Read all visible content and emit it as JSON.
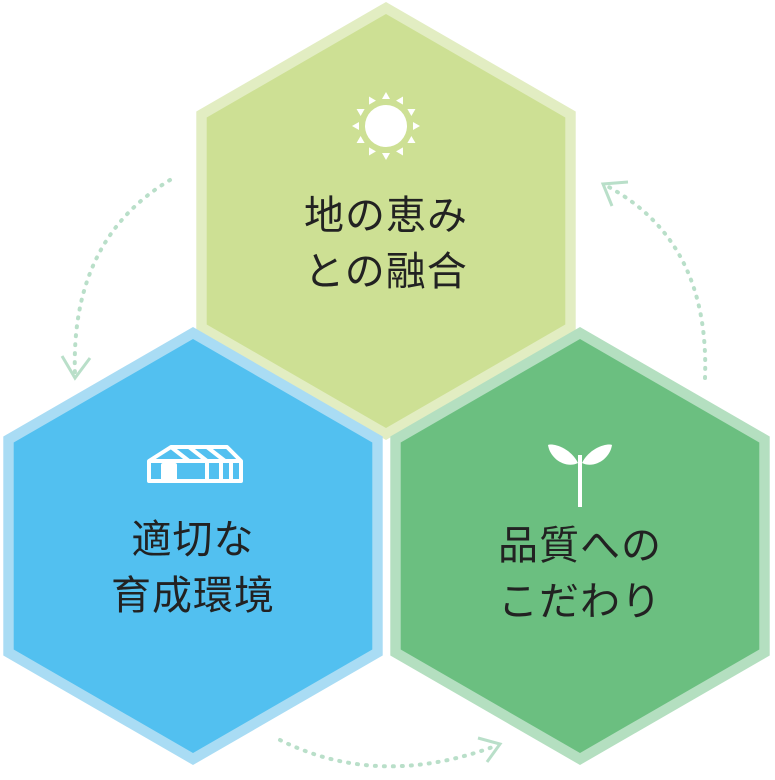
{
  "hexagons": [
    {
      "id": "top",
      "lines": [
        "地の恵み",
        "との融合"
      ],
      "icon": "sun-icon",
      "fill": "#cde094",
      "border": "#e2edc2"
    },
    {
      "id": "left",
      "lines": [
        "適切な",
        "育成環境"
      ],
      "icon": "greenhouse-icon",
      "fill": "#52c0f0",
      "border": "#a9dcf4"
    },
    {
      "id": "right",
      "lines": [
        "品質への",
        "こだわり"
      ],
      "icon": "sprout-icon",
      "fill": "#6bbf80",
      "border": "#b4dfc0"
    }
  ],
  "arrow_color": "#b9dfc9"
}
